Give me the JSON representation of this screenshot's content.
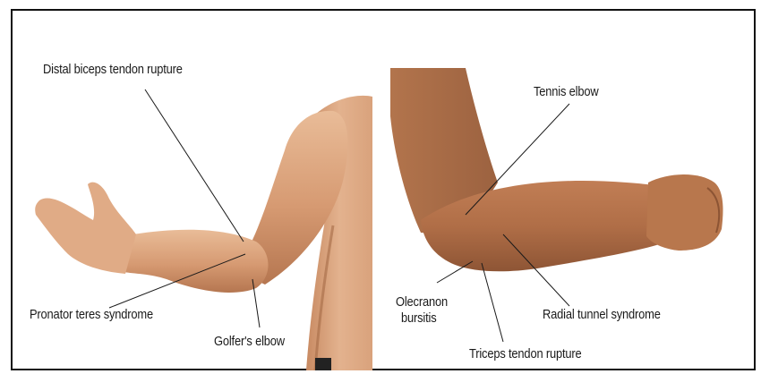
{
  "labels": {
    "distal_biceps": "Distal biceps tendon rupture",
    "pronator_teres": "Pronator teres syndrome",
    "golfers_elbow": "Golfer's elbow",
    "tennis_elbow": "Tennis elbow",
    "olecranon_line1": "Olecranon",
    "olecranon_line2": "bursitis",
    "radial_tunnel": "Radial tunnel syndrome",
    "triceps_rupture": "Triceps tendon rupture"
  },
  "colors": {
    "border": "#111111",
    "skin_light": "#e2b08c",
    "skin_mid": "#c98e66",
    "skin_dark": "#9a5f3c",
    "leader_line": "#1a1a1a"
  }
}
